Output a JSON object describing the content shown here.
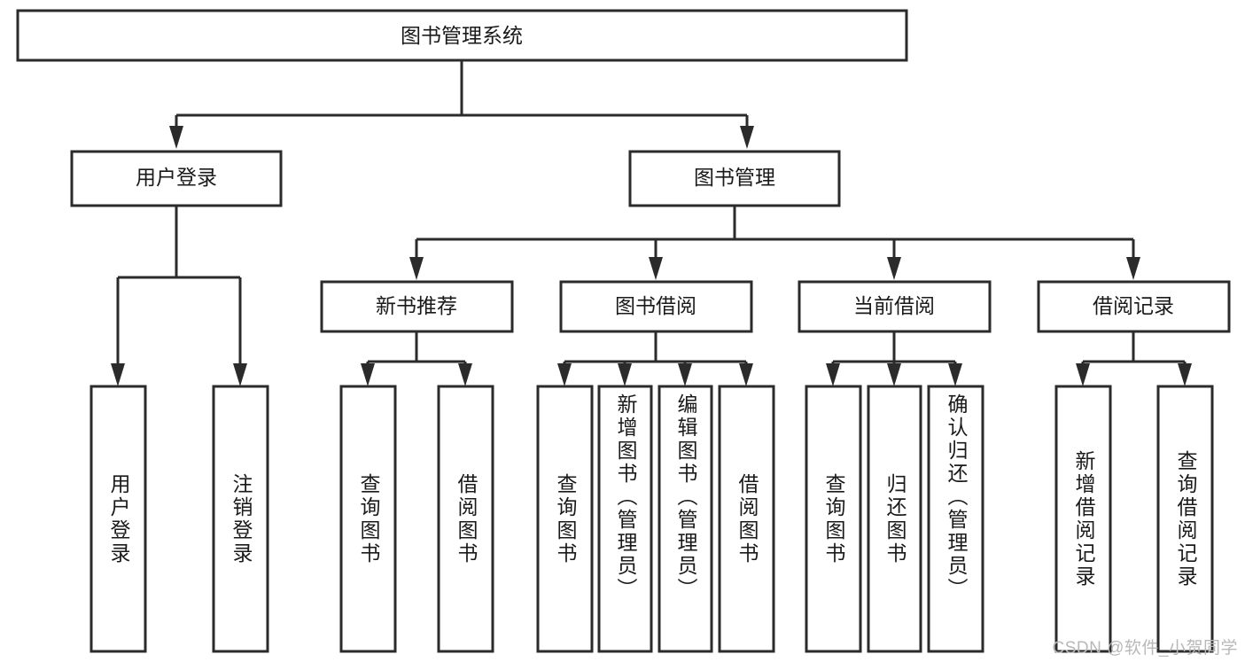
{
  "diagram": {
    "title": "图书管理系统",
    "type": "hierarchy-tree",
    "colors": {
      "stroke": "#2b2b2b",
      "fill": "#ffffff",
      "text": "#1a1a1a",
      "watermark": "#b8b8b8",
      "background": "#ffffff"
    },
    "levels": {
      "root": {
        "label": "图书管理系统"
      },
      "level2": [
        {
          "id": "user-login",
          "label": "用户登录"
        },
        {
          "id": "book-manage",
          "label": "图书管理"
        }
      ],
      "level3": [
        {
          "id": "new-book-recommend",
          "label": "新书推荐",
          "parent": "book-manage"
        },
        {
          "id": "book-borrow",
          "label": "图书借阅",
          "parent": "book-manage"
        },
        {
          "id": "current-borrow",
          "label": "当前借阅",
          "parent": "book-manage"
        },
        {
          "id": "borrow-record",
          "label": "借阅记录",
          "parent": "book-manage"
        }
      ],
      "leaves": [
        {
          "id": "leaf-user-login",
          "label": "用户登录",
          "parent": "user-login"
        },
        {
          "id": "leaf-logout",
          "label": "注销登录",
          "parent": "user-login"
        },
        {
          "id": "leaf-query-book-1",
          "label": "查询图书",
          "parent": "new-book-recommend"
        },
        {
          "id": "leaf-borrow-book-1",
          "label": "借阅图书",
          "parent": "new-book-recommend"
        },
        {
          "id": "leaf-query-book-2",
          "label": "查询图书",
          "parent": "book-borrow"
        },
        {
          "id": "leaf-add-book",
          "label": "新增图书（管理员）",
          "parent": "book-borrow"
        },
        {
          "id": "leaf-edit-book",
          "label": "编辑图书（管理员）",
          "parent": "book-borrow"
        },
        {
          "id": "leaf-borrow-book-2",
          "label": "借阅图书",
          "parent": "book-borrow"
        },
        {
          "id": "leaf-query-book-3",
          "label": "查询图书",
          "parent": "current-borrow"
        },
        {
          "id": "leaf-return-book",
          "label": "归还图书",
          "parent": "current-borrow"
        },
        {
          "id": "leaf-confirm-return",
          "label": "确认归还（管理员）",
          "parent": "current-borrow"
        },
        {
          "id": "leaf-add-record",
          "label": "新增借阅记录",
          "parent": "borrow-record"
        },
        {
          "id": "leaf-query-record",
          "label": "查询借阅记录",
          "parent": "borrow-record"
        }
      ]
    },
    "watermark": "CSDN @软件_小贺同学"
  }
}
